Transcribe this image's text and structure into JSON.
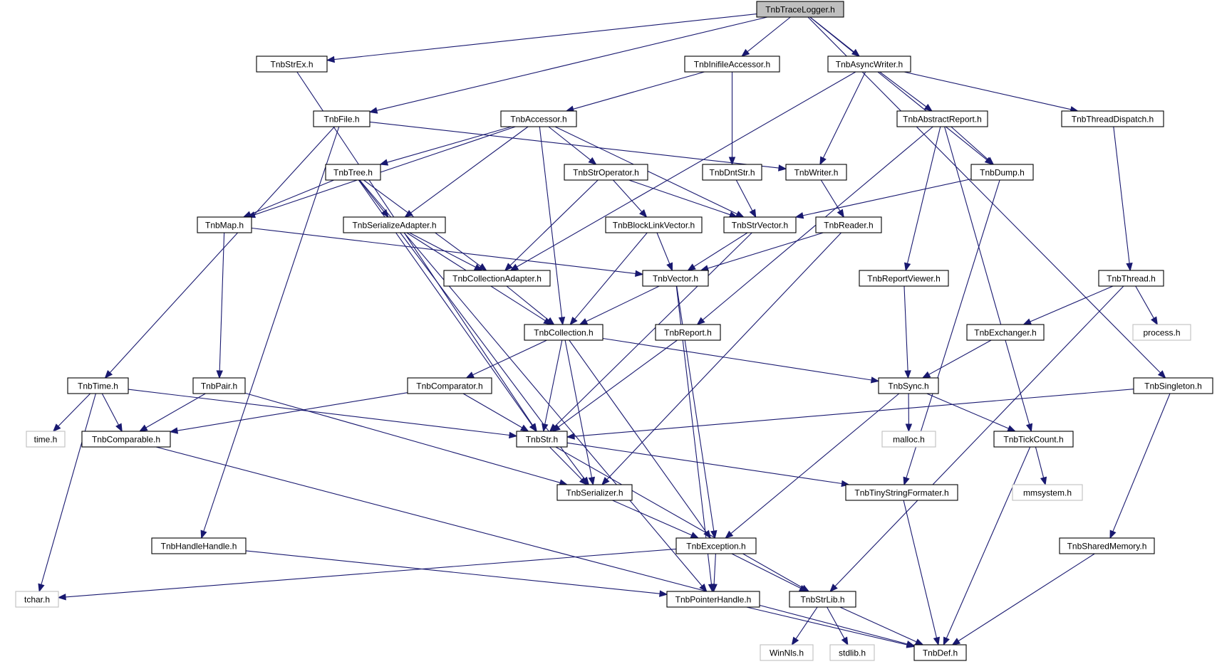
{
  "colors": {
    "edge": "#191970",
    "node_border": "#000000",
    "system_border": "#bfbfbf",
    "root_fill": "#bfbfbf",
    "background": "#ffffff"
  },
  "nodes": [
    {
      "id": "TnbTraceLogger",
      "label": "TnbTraceLogger.h",
      "kind": "root"
    },
    {
      "id": "TnbStrEx",
      "label": "TnbStrEx.h",
      "kind": "local"
    },
    {
      "id": "TnbInifileAccessor",
      "label": "TnbInifileAccessor.h",
      "kind": "local"
    },
    {
      "id": "TnbAsyncWriter",
      "label": "TnbAsyncWriter.h",
      "kind": "local"
    },
    {
      "id": "TnbFile",
      "label": "TnbFile.h",
      "kind": "local"
    },
    {
      "id": "TnbAccessor",
      "label": "TnbAccessor.h",
      "kind": "local"
    },
    {
      "id": "TnbAbstractReport",
      "label": "TnbAbstractReport.h",
      "kind": "local"
    },
    {
      "id": "TnbThreadDispatch",
      "label": "TnbThreadDispatch.h",
      "kind": "local"
    },
    {
      "id": "TnbTree",
      "label": "TnbTree.h",
      "kind": "local"
    },
    {
      "id": "TnbStrOperator",
      "label": "TnbStrOperator.h",
      "kind": "local"
    },
    {
      "id": "TnbDntStr",
      "label": "TnbDntStr.h",
      "kind": "local"
    },
    {
      "id": "TnbWriter",
      "label": "TnbWriter.h",
      "kind": "local"
    },
    {
      "id": "TnbDump",
      "label": "TnbDump.h",
      "kind": "local"
    },
    {
      "id": "TnbMap",
      "label": "TnbMap.h",
      "kind": "local"
    },
    {
      "id": "TnbSerializeAdapter",
      "label": "TnbSerializeAdapter.h",
      "kind": "local"
    },
    {
      "id": "TnbBlockLinkVector",
      "label": "TnbBlockLinkVector.h",
      "kind": "local"
    },
    {
      "id": "TnbStrVector",
      "label": "TnbStrVector.h",
      "kind": "local"
    },
    {
      "id": "TnbReader",
      "label": "TnbReader.h",
      "kind": "local"
    },
    {
      "id": "TnbCollectionAdapter",
      "label": "TnbCollectionAdapter.h",
      "kind": "local"
    },
    {
      "id": "TnbVector",
      "label": "TnbVector.h",
      "kind": "local"
    },
    {
      "id": "TnbReportViewer",
      "label": "TnbReportViewer.h",
      "kind": "local"
    },
    {
      "id": "TnbThread",
      "label": "TnbThread.h",
      "kind": "local"
    },
    {
      "id": "TnbCollection",
      "label": "TnbCollection.h",
      "kind": "local"
    },
    {
      "id": "TnbReport",
      "label": "TnbReport.h",
      "kind": "local"
    },
    {
      "id": "TnbExchanger",
      "label": "TnbExchanger.h",
      "kind": "local"
    },
    {
      "id": "process",
      "label": "process.h",
      "kind": "system"
    },
    {
      "id": "TnbTime",
      "label": "TnbTime.h",
      "kind": "local"
    },
    {
      "id": "TnbPair",
      "label": "TnbPair.h",
      "kind": "local"
    },
    {
      "id": "TnbComparator",
      "label": "TnbComparator.h",
      "kind": "local"
    },
    {
      "id": "TnbSync",
      "label": "TnbSync.h",
      "kind": "local"
    },
    {
      "id": "TnbSingleton",
      "label": "TnbSingleton.h",
      "kind": "local"
    },
    {
      "id": "time",
      "label": "time.h",
      "kind": "system"
    },
    {
      "id": "TnbComparable",
      "label": "TnbComparable.h",
      "kind": "local"
    },
    {
      "id": "TnbStr",
      "label": "TnbStr.h",
      "kind": "local"
    },
    {
      "id": "malloc",
      "label": "malloc.h",
      "kind": "system"
    },
    {
      "id": "TnbTickCount",
      "label": "TnbTickCount.h",
      "kind": "local"
    },
    {
      "id": "TnbSerializer",
      "label": "TnbSerializer.h",
      "kind": "local"
    },
    {
      "id": "TnbTinyStringFormater",
      "label": "TnbTinyStringFormater.h",
      "kind": "local"
    },
    {
      "id": "mmsystem",
      "label": "mmsystem.h",
      "kind": "system"
    },
    {
      "id": "TnbHandleHandle",
      "label": "TnbHandleHandle.h",
      "kind": "local"
    },
    {
      "id": "TnbException",
      "label": "TnbException.h",
      "kind": "local"
    },
    {
      "id": "TnbSharedMemory",
      "label": "TnbSharedMemory.h",
      "kind": "local"
    },
    {
      "id": "tchar",
      "label": "tchar.h",
      "kind": "system"
    },
    {
      "id": "TnbPointerHandle",
      "label": "TnbPointerHandle.h",
      "kind": "local"
    },
    {
      "id": "TnbStrLib",
      "label": "TnbStrLib.h",
      "kind": "local"
    },
    {
      "id": "WinNls",
      "label": "WinNls.h",
      "kind": "system"
    },
    {
      "id": "stdlib",
      "label": "stdlib.h",
      "kind": "system"
    },
    {
      "id": "TnbDef",
      "label": "TnbDef.h",
      "kind": "local"
    }
  ],
  "edges": [
    [
      "TnbTraceLogger",
      "TnbStrEx"
    ],
    [
      "TnbTraceLogger",
      "TnbFile"
    ],
    [
      "TnbTraceLogger",
      "TnbInifileAccessor"
    ],
    [
      "TnbTraceLogger",
      "TnbAsyncWriter"
    ],
    [
      "TnbTraceLogger",
      "TnbDump"
    ],
    [
      "TnbTraceLogger",
      "TnbSingleton"
    ],
    [
      "TnbStrEx",
      "TnbStr"
    ],
    [
      "TnbInifileAccessor",
      "TnbAccessor"
    ],
    [
      "TnbInifileAccessor",
      "TnbDntStr"
    ],
    [
      "TnbAsyncWriter",
      "TnbAbstractReport"
    ],
    [
      "TnbAsyncWriter",
      "TnbThreadDispatch"
    ],
    [
      "TnbAsyncWriter",
      "TnbWriter"
    ],
    [
      "TnbAsyncWriter",
      "TnbCollectionAdapter"
    ],
    [
      "TnbFile",
      "TnbTime"
    ],
    [
      "TnbFile",
      "TnbHandleHandle"
    ],
    [
      "TnbFile",
      "TnbWriter"
    ],
    [
      "TnbAccessor",
      "TnbTree"
    ],
    [
      "TnbAccessor",
      "TnbMap"
    ],
    [
      "TnbAccessor",
      "TnbSerializeAdapter"
    ],
    [
      "TnbAccessor",
      "TnbStrOperator"
    ],
    [
      "TnbAccessor",
      "TnbStrVector"
    ],
    [
      "TnbAccessor",
      "TnbCollection"
    ],
    [
      "TnbAbstractReport",
      "TnbDump"
    ],
    [
      "TnbAbstractReport",
      "TnbReportViewer"
    ],
    [
      "TnbAbstractReport",
      "TnbReport"
    ],
    [
      "TnbAbstractReport",
      "TnbTickCount"
    ],
    [
      "TnbThreadDispatch",
      "TnbThread"
    ],
    [
      "TnbTree",
      "TnbMap"
    ],
    [
      "TnbTree",
      "TnbSerializeAdapter"
    ],
    [
      "TnbTree",
      "TnbCollectionAdapter"
    ],
    [
      "TnbTree",
      "TnbStr"
    ],
    [
      "TnbTree",
      "TnbPointerHandle"
    ],
    [
      "TnbStrOperator",
      "TnbCollectionAdapter"
    ],
    [
      "TnbStrOperator",
      "TnbBlockLinkVector"
    ],
    [
      "TnbStrOperator",
      "TnbStrVector"
    ],
    [
      "TnbDntStr",
      "TnbStrVector"
    ],
    [
      "TnbWriter",
      "TnbReader"
    ],
    [
      "TnbDump",
      "TnbStrVector"
    ],
    [
      "TnbDump",
      "TnbTinyStringFormater"
    ],
    [
      "TnbMap",
      "TnbPair"
    ],
    [
      "TnbMap",
      "TnbVector"
    ],
    [
      "TnbSerializeAdapter",
      "TnbCollectionAdapter"
    ],
    [
      "TnbSerializeAdapter",
      "TnbCollection"
    ],
    [
      "TnbSerializeAdapter",
      "TnbSerializer"
    ],
    [
      "TnbBlockLinkVector",
      "TnbVector"
    ],
    [
      "TnbBlockLinkVector",
      "TnbCollection"
    ],
    [
      "TnbStrVector",
      "TnbVector"
    ],
    [
      "TnbStrVector",
      "TnbStr"
    ],
    [
      "TnbReader",
      "TnbVector"
    ],
    [
      "TnbReader",
      "TnbSerializer"
    ],
    [
      "TnbCollectionAdapter",
      "TnbCollection"
    ],
    [
      "TnbVector",
      "TnbCollection"
    ],
    [
      "TnbVector",
      "TnbException"
    ],
    [
      "TnbVector",
      "TnbPointerHandle"
    ],
    [
      "TnbReportViewer",
      "TnbSync"
    ],
    [
      "TnbThread",
      "TnbExchanger"
    ],
    [
      "TnbThread",
      "process"
    ],
    [
      "TnbThread",
      "TnbStrLib"
    ],
    [
      "TnbCollection",
      "TnbComparator"
    ],
    [
      "TnbCollection",
      "TnbStr"
    ],
    [
      "TnbCollection",
      "TnbSerializer"
    ],
    [
      "TnbCollection",
      "TnbException"
    ],
    [
      "TnbCollection",
      "TnbSync"
    ],
    [
      "TnbReport",
      "TnbStr"
    ],
    [
      "TnbExchanger",
      "TnbSync"
    ],
    [
      "TnbTime",
      "time"
    ],
    [
      "TnbTime",
      "TnbComparable"
    ],
    [
      "TnbTime",
      "tchar"
    ],
    [
      "TnbTime",
      "TnbStr"
    ],
    [
      "TnbPair",
      "TnbComparable"
    ],
    [
      "TnbPair",
      "TnbSerializer"
    ],
    [
      "TnbComparator",
      "TnbComparable"
    ],
    [
      "TnbComparator",
      "TnbStr"
    ],
    [
      "TnbSync",
      "malloc"
    ],
    [
      "TnbSync",
      "TnbTickCount"
    ],
    [
      "TnbSync",
      "TnbException"
    ],
    [
      "TnbSingleton",
      "TnbStr"
    ],
    [
      "TnbSingleton",
      "TnbSharedMemory"
    ],
    [
      "TnbComparable",
      "TnbDef"
    ],
    [
      "TnbStr",
      "TnbSerializer"
    ],
    [
      "TnbStr",
      "TnbTinyStringFormater"
    ],
    [
      "TnbStr",
      "TnbStrLib"
    ],
    [
      "TnbTickCount",
      "mmsystem"
    ],
    [
      "TnbTickCount",
      "TnbDef"
    ],
    [
      "TnbSerializer",
      "TnbException"
    ],
    [
      "TnbTinyStringFormater",
      "TnbDef"
    ],
    [
      "TnbHandleHandle",
      "TnbPointerHandle"
    ],
    [
      "TnbException",
      "tchar"
    ],
    [
      "TnbException",
      "TnbPointerHandle"
    ],
    [
      "TnbException",
      "TnbStrLib"
    ],
    [
      "TnbSharedMemory",
      "TnbDef"
    ],
    [
      "TnbPointerHandle",
      "TnbDef"
    ],
    [
      "TnbStrLib",
      "WinNls"
    ],
    [
      "TnbStrLib",
      "stdlib"
    ],
    [
      "TnbStrLib",
      "TnbDef"
    ]
  ]
}
